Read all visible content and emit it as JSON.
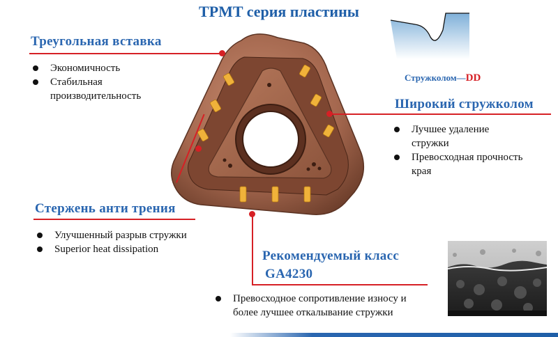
{
  "title": "TPMT серия пластины",
  "sections": {
    "triangular": {
      "heading": "Треугольная вставка",
      "bullets": [
        "Экономичность",
        "Стабильная\nпроизводительность"
      ]
    },
    "wide": {
      "heading": "Широкий стружколом",
      "bullets": [
        "Лучшее удаление\nстружки",
        "Превосходная прочность\nкрая"
      ]
    },
    "rod": {
      "heading": "Стержень анти трения",
      "bullets": [
        "Улучшенный разрыв стружки",
        "Superior heat dissipation"
      ]
    },
    "grade": {
      "heading_line1": "Рекомендуемый класс",
      "heading_line2": "GA4230",
      "bullets": [
        "Превосходное сопротивление износу и\nболее лучшее откалывание стружки"
      ]
    }
  },
  "chipbreaker": {
    "label": "Стружколом—",
    "code": "DD"
  },
  "colors": {
    "heading": "#2a66b0",
    "accent": "#d62025",
    "insert": "#a4674e"
  }
}
